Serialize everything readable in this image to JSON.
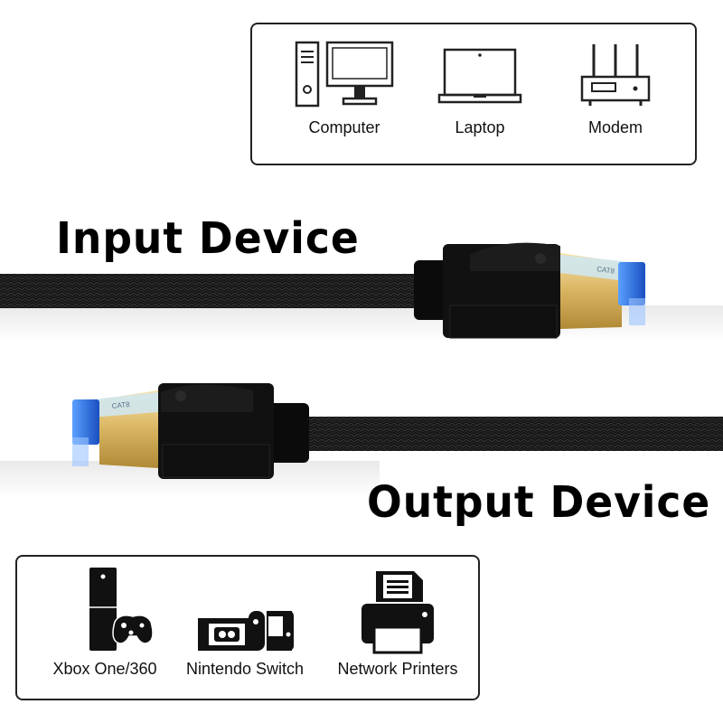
{
  "input_devices": {
    "heading": "Input Device",
    "items": [
      {
        "label": "Computer",
        "icon": "desktop-computer-icon"
      },
      {
        "label": "Laptop",
        "icon": "laptop-icon"
      },
      {
        "label": "Modem",
        "icon": "modem-router-icon"
      }
    ]
  },
  "output_devices": {
    "heading": "Output Device",
    "items": [
      {
        "label": "Xbox One/360",
        "icon": "game-console-icon"
      },
      {
        "label": "Nintendo Switch",
        "icon": "nintendo-switch-icon"
      },
      {
        "label": "Network Printers",
        "icon": "printer-icon"
      }
    ]
  },
  "connector_print": "CAT8",
  "colors": {
    "cable_braid": "#141414",
    "connector_housing": "#0b0b0b",
    "gold_shield": "#e8c877",
    "clip_blue": "#1f5fd6"
  }
}
